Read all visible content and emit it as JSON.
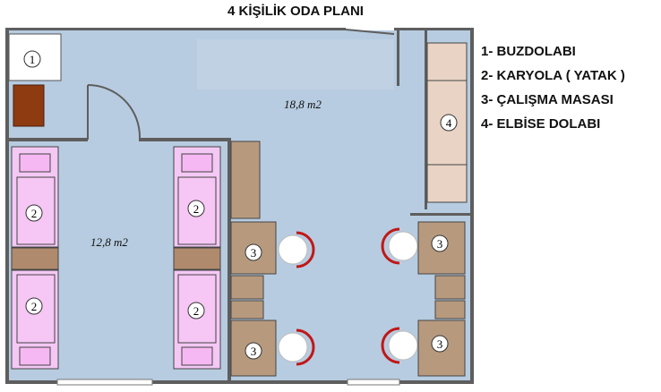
{
  "title": "4 KİŞİLİK ODA PLANI",
  "legend": [
    "1- BUZDOLABI",
    "2- KARYOLA ( YATAK )",
    "3- ÇALIŞMA MASASI",
    "4- ELBİSE DOLABI"
  ],
  "areas": {
    "main_room": "18,8 m2",
    "bedroom": "12,8 m2"
  },
  "markers": {
    "fridge": "1",
    "bed": "2",
    "desk": "3",
    "wardrobe": "4"
  },
  "colors": {
    "floor": "#b7cce0",
    "wall": "#5e5e5e",
    "bed_frame": "#f4c8f4",
    "pillow": "#f6b8f2",
    "bedside": "#b08a6c",
    "desk": "#b79a7e",
    "fridge_cabinet": "#8e3b12",
    "chair_accent": "#c01818"
  }
}
